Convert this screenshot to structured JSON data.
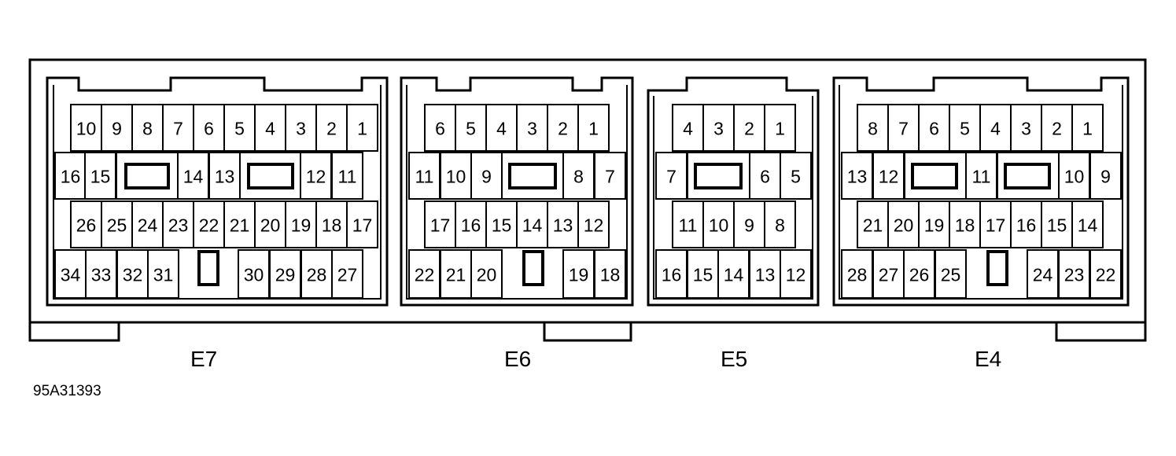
{
  "figure_code": "95A31393",
  "line_color": "#000000",
  "background_color": "#ffffff",
  "connectors": [
    {
      "label": "E7",
      "rows": [
        [
          "10",
          "9",
          "8",
          "7",
          "6",
          "5",
          "4",
          "3",
          "2",
          "1"
        ],
        [
          "16",
          "15",
          "14",
          "13",
          "12",
          "11"
        ],
        [
          "26",
          "25",
          "24",
          "23",
          "22",
          "21",
          "20",
          "19",
          "18",
          "17"
        ],
        [
          "34",
          "33",
          "32",
          "31",
          "30",
          "29",
          "28",
          "27"
        ]
      ]
    },
    {
      "label": "E6",
      "rows": [
        [
          "6",
          "5",
          "4",
          "3",
          "2",
          "1"
        ],
        [
          "11",
          "10",
          "9",
          "8",
          "7"
        ],
        [
          "17",
          "16",
          "15",
          "14",
          "13",
          "12"
        ],
        [
          "22",
          "21",
          "20",
          "19",
          "18"
        ]
      ]
    },
    {
      "label": "E5",
      "rows": [
        [
          "4",
          "3",
          "2",
          "1"
        ],
        [
          "7",
          "6",
          "5"
        ],
        [
          "11",
          "10",
          "9",
          "8"
        ],
        [
          "16",
          "15",
          "14",
          "13",
          "12"
        ]
      ]
    },
    {
      "label": "E4",
      "rows": [
        [
          "8",
          "7",
          "6",
          "5",
          "4",
          "3",
          "2",
          "1"
        ],
        [
          "13",
          "12",
          "11",
          "10",
          "9"
        ],
        [
          "21",
          "20",
          "19",
          "18",
          "17",
          "16",
          "15",
          "14"
        ],
        [
          "28",
          "27",
          "26",
          "25",
          "24",
          "23",
          "22"
        ]
      ]
    }
  ]
}
